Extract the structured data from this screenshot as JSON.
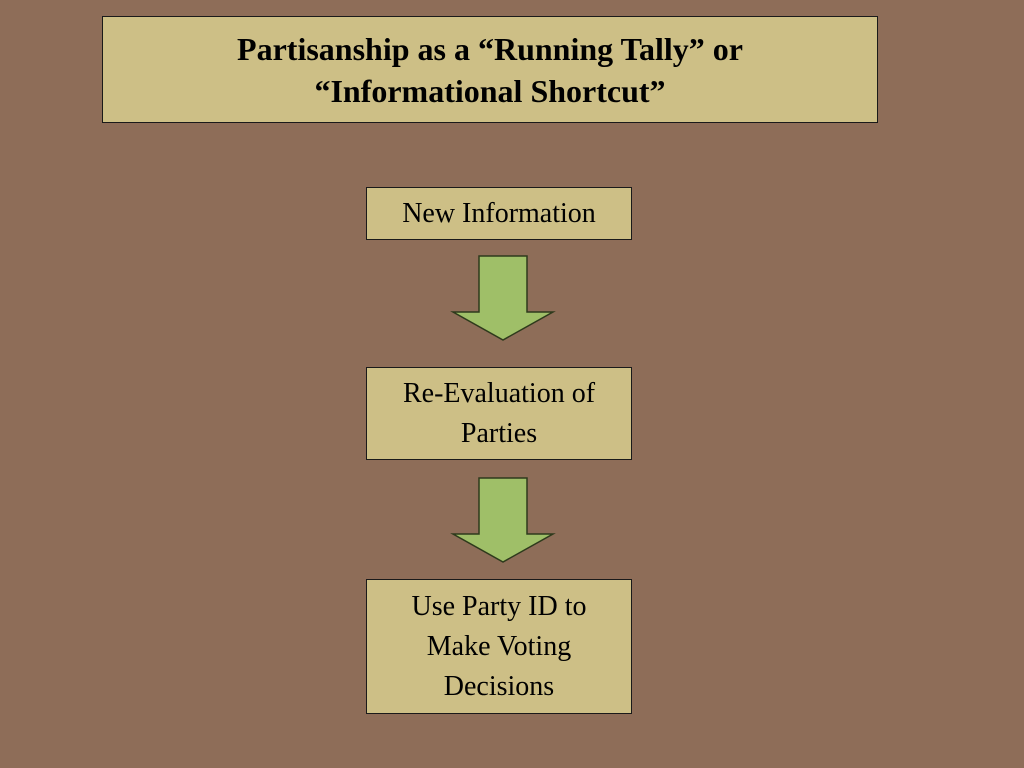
{
  "colors": {
    "background": "#8e6d58",
    "box_fill": "#cdbf86",
    "box_border": "#1a1a1a",
    "arrow_fill": "#9fbf68",
    "arrow_stroke": "#2e3a1c",
    "text": "#000000"
  },
  "title": "Partisanship as a “Running Tally” or\n“Informational Shortcut”",
  "flow": {
    "steps": [
      {
        "label": "New Information"
      },
      {
        "label": "Re-Evaluation of\nParties"
      },
      {
        "label": "Use Party ID to\nMake Voting\nDecisions"
      }
    ],
    "connectors": [
      {
        "from": 0,
        "to": 1,
        "direction": "down",
        "icon": "down-arrow-icon"
      },
      {
        "from": 1,
        "to": 2,
        "direction": "down",
        "icon": "down-arrow-icon"
      }
    ]
  }
}
